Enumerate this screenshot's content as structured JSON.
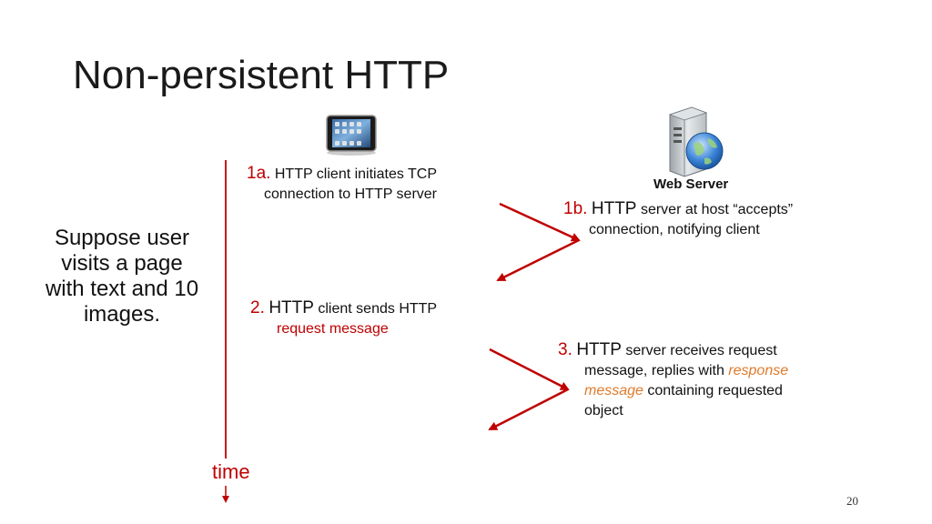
{
  "title": "Non-persistent HTTP",
  "side_text": {
    "line1": "Suppose user",
    "line2": "visits a page",
    "line3": "with text and 10",
    "line4": "images."
  },
  "steps": {
    "s1a": {
      "num": "1a.",
      "line1": "HTTP client initiates TCP",
      "line2": "connection to HTTP server"
    },
    "s1b": {
      "num": "1b.",
      "http": "HTTP",
      "line1_rest": "server at host “accepts”",
      "line2": "connection, notifying client"
    },
    "s2": {
      "num": "2.",
      "http": "HTTP",
      "line1_rest": "client sends HTTP",
      "line2": "request message"
    },
    "s3": {
      "num": "3.",
      "http": "HTTP",
      "line1_rest": "server receives request",
      "line2_a": "message, replies with",
      "line2_b": "response",
      "line3_a": "message",
      "line3_b": "containing requested",
      "line4": "object"
    }
  },
  "server_label": "Web Server",
  "time_label": "time",
  "page_number": "20",
  "colors": {
    "accent_red": "#c00000",
    "orange": "#e07b2b"
  },
  "icons": {
    "client": "tablet-icon",
    "server": "web-server-icon"
  }
}
